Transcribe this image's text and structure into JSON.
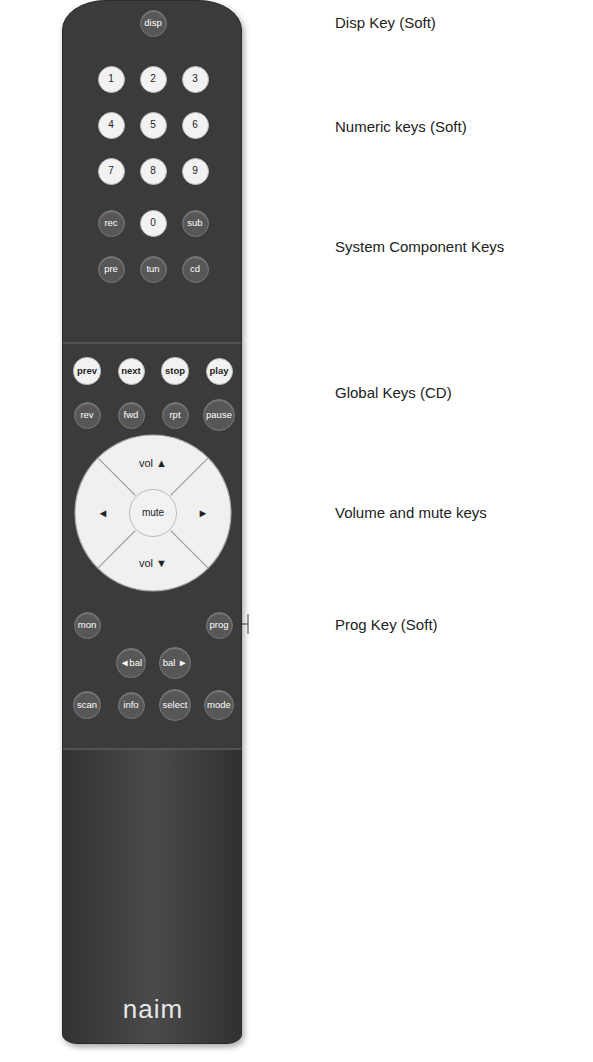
{
  "diagram": {
    "nodes": [
      {
        "text": [
          "naim"
        ]
      },
      {
        "text": [
          "disp"
        ],
        "in": 0
      },
      {
        "text": [
          "1"
        ],
        "in": 0
      },
      {
        "text": [
          "2"
        ],
        "in": 0
      },
      {
        "text": [
          "3"
        ],
        "in": 0
      },
      {
        "text": [
          "4"
        ],
        "in": 0
      },
      {
        "text": [
          "5"
        ],
        "in": 0
      },
      {
        "text": [
          "6"
        ],
        "in": 0
      },
      {
        "text": [
          "7"
        ],
        "in": 0
      },
      {
        "text": [
          "8"
        ],
        "in": 0
      },
      {
        "text": [
          "9"
        ],
        "in": 0
      },
      {
        "text": [
          "rec"
        ],
        "in": 0
      },
      {
        "text": [
          "0"
        ],
        "in": 0
      },
      {
        "text": [
          "sub"
        ],
        "in": 0
      },
      {
        "text": [
          "pre"
        ],
        "in": 0
      },
      {
        "text": [
          "tun"
        ],
        "in": 0
      },
      {
        "text": [
          "cd"
        ],
        "in": 0
      },
      {
        "text": [
          "prev"
        ],
        "in": 0
      },
      {
        "text": [
          "next"
        ],
        "in": 0
      },
      {
        "text": [
          "stop"
        ],
        "in": 0
      },
      {
        "text": [
          "play"
        ],
        "in": 0
      },
      {
        "text": [
          "rev"
        ],
        "in": 0
      },
      {
        "text": [
          "fwd"
        ],
        "in": 0
      },
      {
        "text": [
          "rpt"
        ],
        "in": 0
      },
      {
        "text": [
          "pause"
        ],
        "in": 0
      },
      {
        "text": [
          "vol ▲"
        ],
        "in": 0
      },
      {
        "text": [
          "◄"
        ],
        "in": 0
      },
      {
        "text": [
          "mute"
        ],
        "in": 0
      },
      {
        "text": [
          "►"
        ],
        "in": 0
      },
      {
        "text": [
          "vol ▼"
        ],
        "in": 0
      },
      {
        "text": [
          "mon"
        ],
        "in": 0
      },
      {
        "text": [
          "prog"
        ],
        "in": 0
      },
      {
        "text": [
          "◄bal"
        ],
        "in": 0
      },
      {
        "text": [
          "bal ►"
        ],
        "in": 0
      },
      {
        "text": [
          "scan"
        ],
        "in": 0
      },
      {
        "text": [
          "info"
        ],
        "in": 0
      },
      {
        "text": [
          "select"
        ],
        "in": 0
      },
      {
        "text": [
          "mode"
        ],
        "in": 0
      }
    ],
    "labels": [
      "Disp Key (Soft)",
      "Numeric keys (Soft)",
      "System Component Keys",
      "Global Keys (CD)",
      "Volume and mute keys",
      "Prog Key (Soft)"
    ]
  }
}
